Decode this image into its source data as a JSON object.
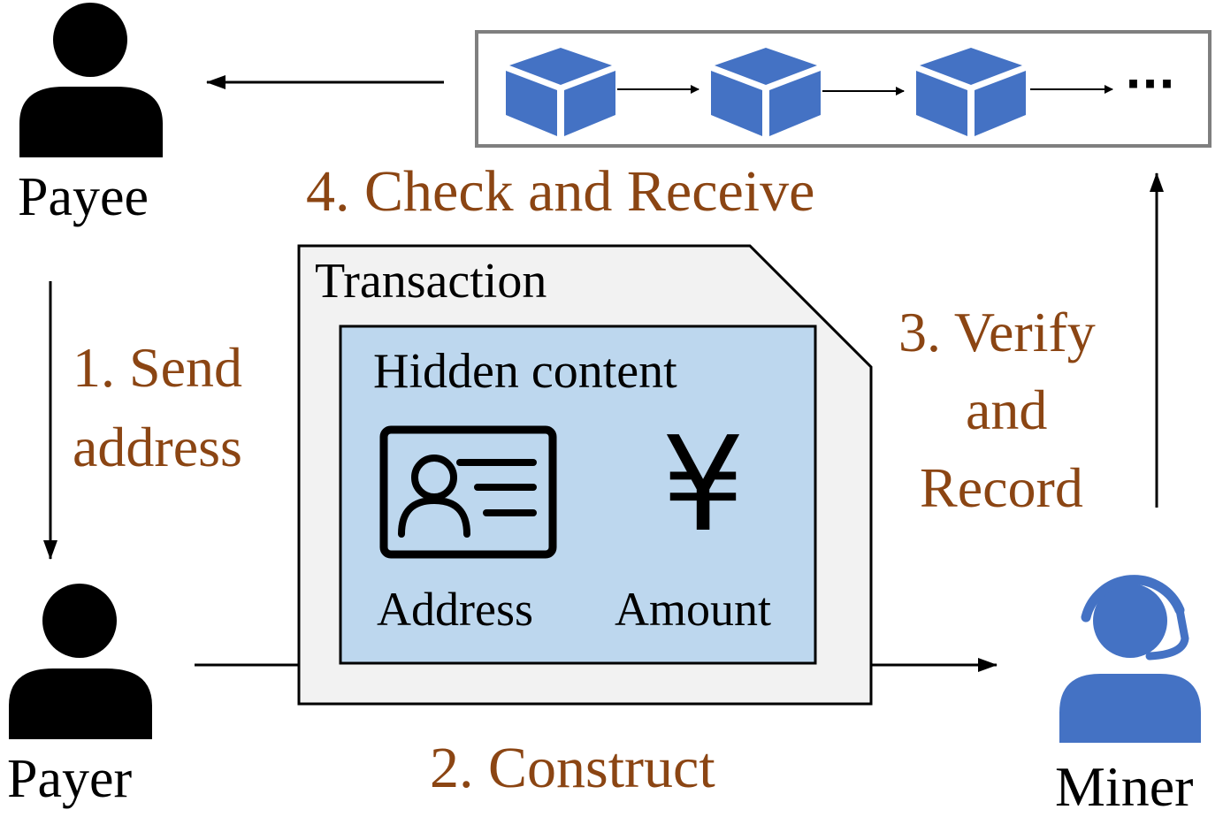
{
  "colors": {
    "step_text": "#8b4513",
    "miner_blue": "#4472c4",
    "block_blue": "#4472c4",
    "hidden_fill": "#bdd7ee",
    "transaction_fill": "#f2f2f2"
  },
  "actors": {
    "payee": "Payee",
    "payer": "Payer",
    "miner": "Miner"
  },
  "steps": {
    "step1_line1": "1. Send",
    "step1_line2": "address",
    "step2": "2. Construct",
    "step3_line1": "3. Verify",
    "step3_line2": "and",
    "step3_line3": "Record",
    "step4": "4. Check and Receive"
  },
  "transaction": {
    "title": "Transaction",
    "hidden_title": "Hidden content",
    "address_label": "Address",
    "amount_label": "Amount",
    "amount_symbol": "¥"
  },
  "blockchain": {
    "ellipsis": "···",
    "icons": [
      "cube-icon",
      "cube-icon",
      "cube-icon"
    ]
  }
}
